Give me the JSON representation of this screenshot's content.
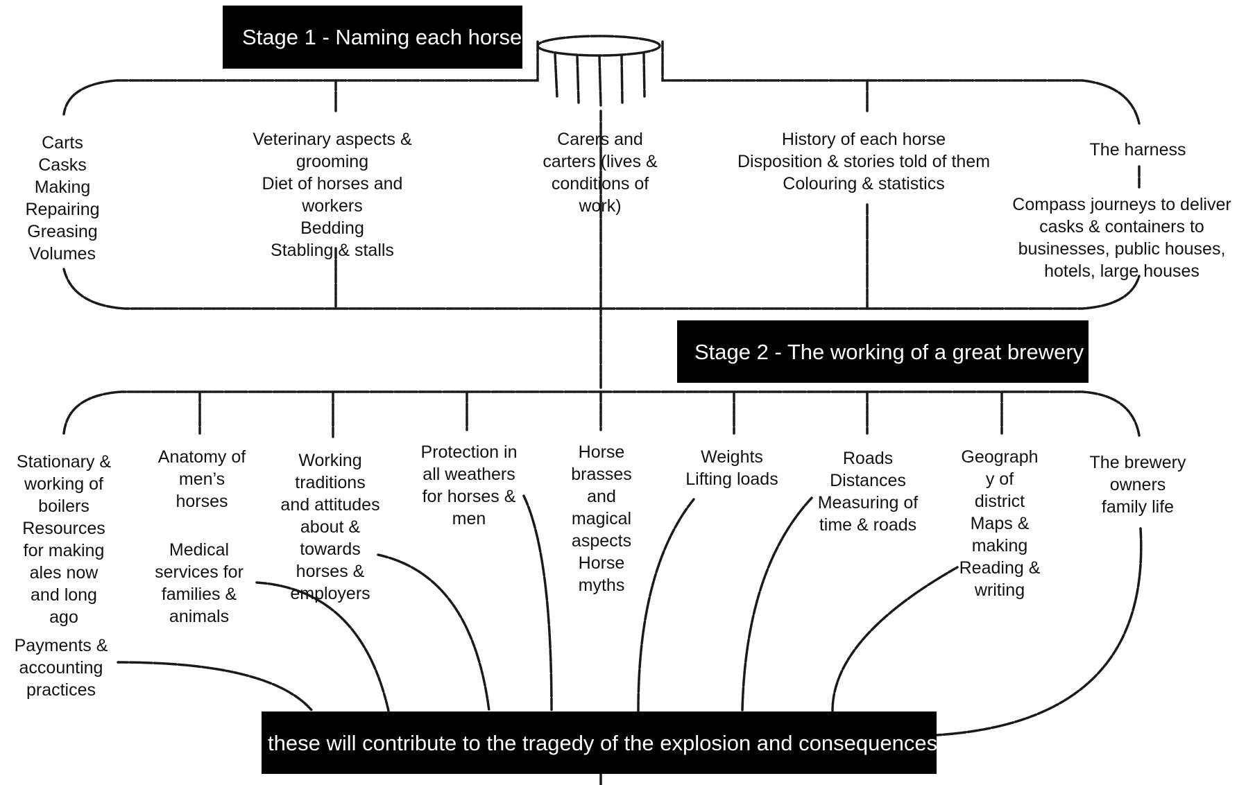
{
  "stage1": {
    "title": "Stage 1 - Naming each horse"
  },
  "stage2": {
    "title": "Stage 2 - The working of a great brewery"
  },
  "bottom": {
    "text": "these will contribute to the tragedy of the explosion and consequences"
  },
  "stage1_nodes": [
    {
      "lines": [
        "Carts",
        "Casks",
        "Making",
        "Repairing",
        "Greasing",
        "Volumes"
      ]
    },
    {
      "lines": [
        "Veterinary aspects &",
        "grooming",
        "Diet of horses and",
        "workers",
        "Bedding",
        "Stabling & stalls"
      ]
    },
    {
      "lines": [
        "Carers and",
        "carters (lives &",
        "conditions of",
        "work)"
      ]
    },
    {
      "lines": [
        "History of each horse",
        "Disposition & stories told of them",
        "Colouring & statistics"
      ]
    },
    {
      "lines": [
        "The harness"
      ]
    },
    {
      "lines": [
        "Compass journeys to deliver",
        "casks & containers to",
        "businesses, public houses,",
        "hotels, large houses"
      ]
    }
  ],
  "stage2_nodes": [
    {
      "lines": [
        "Stationary &",
        "working of",
        "boilers",
        "Resources",
        "for making",
        "ales now",
        "and long",
        "ago"
      ]
    },
    {
      "lines": [
        "Payments &",
        "accounting",
        "practices"
      ]
    },
    {
      "lines": [
        "Anatomy of",
        "men’s",
        "horses"
      ]
    },
    {
      "lines": [
        "Medical",
        "services for",
        "families &",
        "animals"
      ]
    },
    {
      "lines": [
        "Working",
        "traditions",
        "and attitudes",
        "about &",
        "towards",
        "horses &",
        "employers"
      ]
    },
    {
      "lines": [
        "Protection in",
        "all weathers",
        "for horses &",
        "men"
      ]
    },
    {
      "lines": [
        "Horse",
        "brasses",
        "and",
        "magical",
        "aspects",
        "Horse",
        "myths"
      ]
    },
    {
      "lines": [
        "Weights",
        "Lifting loads"
      ]
    },
    {
      "lines": [
        "Roads",
        "Distances",
        "Measuring of",
        "time & roads"
      ]
    },
    {
      "lines": [
        "Geograph",
        "y of",
        "district",
        "Maps &",
        "making",
        "Reading &",
        "writing"
      ]
    },
    {
      "lines": [
        "The brewery",
        "owners",
        "family life"
      ]
    }
  ],
  "colors": {
    "banner_bg": "#000000",
    "banner_text": "#ffffff",
    "line": "#1a1a1a",
    "text": "#111111"
  }
}
